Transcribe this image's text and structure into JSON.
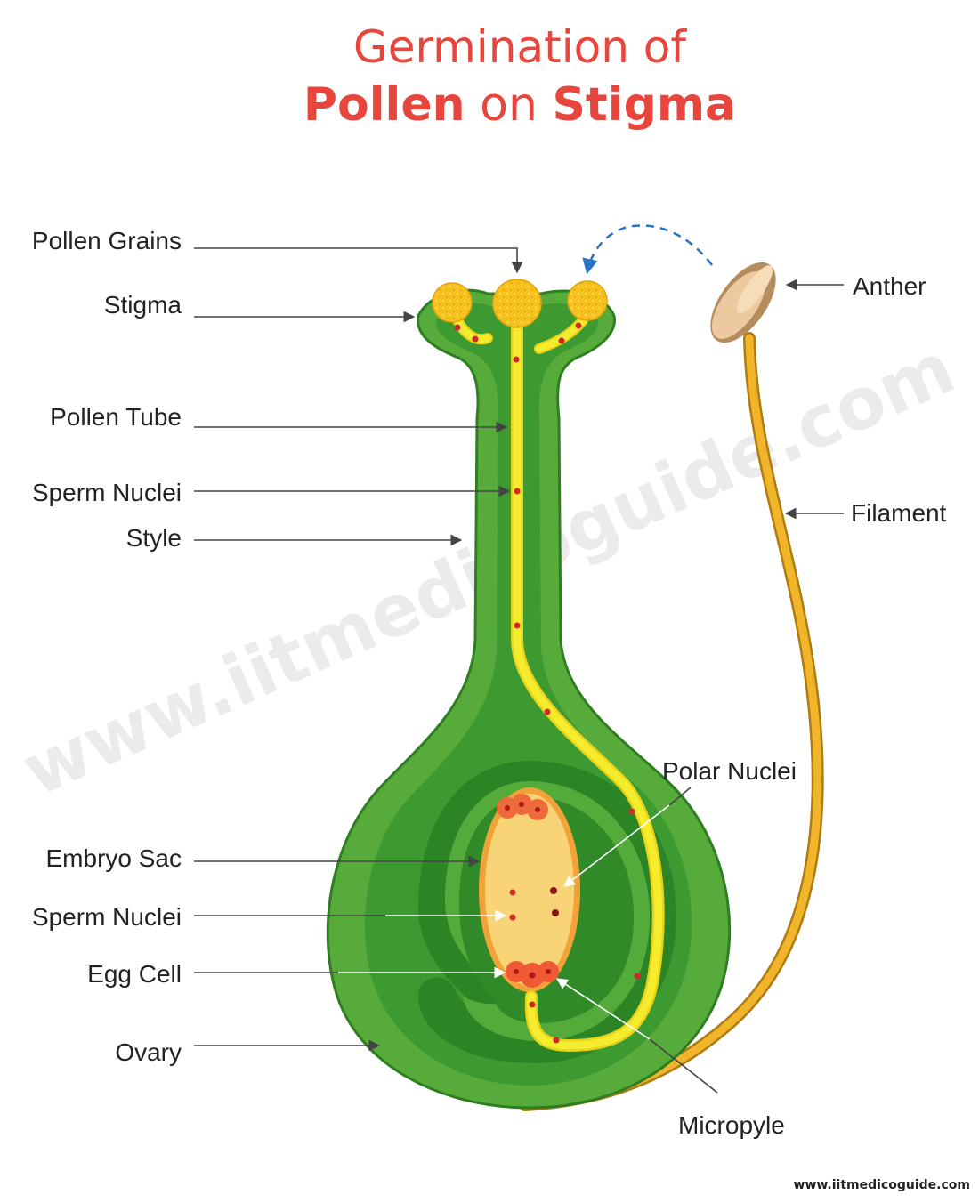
{
  "title": {
    "line1": "Germination of",
    "line2_part1": "Pollen",
    "line2_part2": " on ",
    "line2_part3": "Stigma"
  },
  "labels": {
    "pollen_grains": "Pollen Grains",
    "stigma": "Stigma",
    "pollen_tube": "Pollen Tube",
    "sperm_nuclei_top": "Sperm Nuclei",
    "style": "Style",
    "embryo_sac": "Embryo Sac",
    "sperm_nuclei_bottom": "Sperm Nuclei",
    "egg_cell": "Egg Cell",
    "ovary": "Ovary",
    "anther": "Anther",
    "filament": "Filament",
    "polar_nuclei": "Polar Nuclei",
    "micropyle": "Micropyle"
  },
  "watermark": "www.iitmedicoguide.com",
  "footer": "www.iitmedicoguide.com",
  "colors": {
    "title": "#e8453c",
    "green_outer": "#56ab3a",
    "green_mid": "#3f9a30",
    "green_dark": "#2b8224",
    "pollen": "#f7c21e",
    "tube": "#f6ec2e",
    "nucleus": "#d22a2a",
    "embryo_sac": "#f9d477",
    "filament": "#e8a81a",
    "anther": "#e8c49a"
  }
}
